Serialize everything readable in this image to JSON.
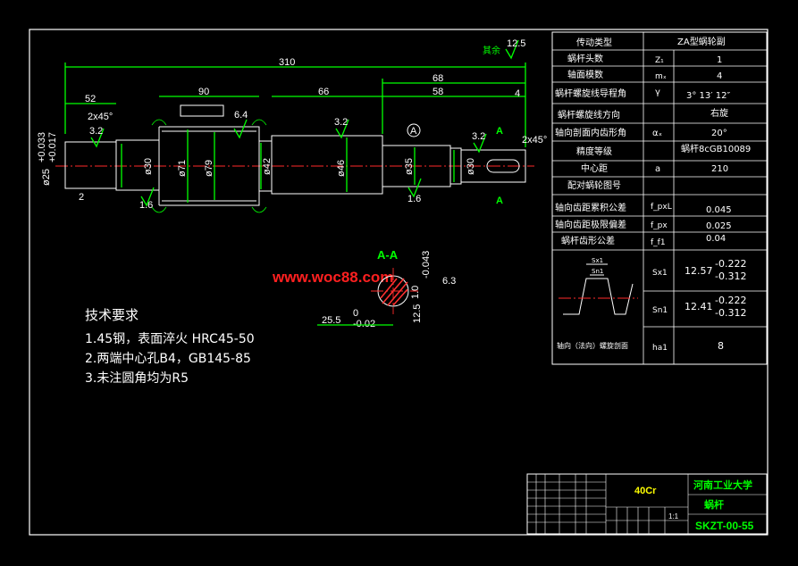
{
  "title_block": {
    "material": "40Cr",
    "school": "河南工业大学",
    "part_name": "蜗杆",
    "drawing_no": "SKZT-00-55",
    "scale": "1:1"
  },
  "params": [
    {
      "label": "传动类型",
      "symbol": "",
      "value": "ZA型蜗轮副"
    },
    {
      "label": "蜗杆头数",
      "symbol": "Z₁",
      "value": "1"
    },
    {
      "label": "轴面模数",
      "symbol": "mₓ",
      "value": "4"
    },
    {
      "label": "蜗杆螺旋线导程角",
      "symbol": "γ",
      "value": "3° 13′ 12″"
    },
    {
      "label": "蜗杆螺旋线方向",
      "symbol": "",
      "value": "右旋"
    },
    {
      "label": "轴向剖面内齿形角",
      "symbol": "αₓ",
      "value": "20°"
    },
    {
      "label": "精度等级",
      "symbol": "",
      "value": "蜗杆8cGB10089"
    },
    {
      "label": "中心距",
      "symbol": "a",
      "value": "210"
    },
    {
      "label": "配对蜗轮图号",
      "symbol": "",
      "value": ""
    },
    {
      "label": "轴向齿距累积公差",
      "symbol": "f_pxL",
      "value": "0.045"
    },
    {
      "label": "轴向齿距极限偏差",
      "symbol": "f_px",
      "value": "0.025"
    },
    {
      "label": "蜗杆齿形公差",
      "symbol": "f_f1",
      "value": "0.04"
    }
  ],
  "thickness": {
    "label": "轴向（法向）螺旋剖面",
    "sx1": {
      "symbol": "Sx1",
      "base": "12.57",
      "upper": "-0.222",
      "lower": "-0.312"
    },
    "sn1": {
      "symbol": "Sn1",
      "base": "12.41",
      "upper": "-0.222",
      "lower": "-0.312"
    },
    "ha1": {
      "symbol": "ha1",
      "value": "8"
    }
  },
  "notes": {
    "heading": "技术要求",
    "items": [
      "1.45钢，表面淬火 HRC45-50",
      "2.两端中心孔B4，GB145-85",
      "3.未注圆角均为R5"
    ]
  },
  "watermark": "www.woc88.com",
  "surface": {
    "rest": "其余",
    "rest_value": "12.5"
  },
  "section_label": "A-A",
  "section_marker": "A",
  "dimensions": {
    "overall": "310",
    "left_len": "52",
    "mid_len": "90",
    "right_66": "66",
    "right_68": "68",
    "right_58": "58",
    "right_4": "4",
    "chamfer": "2x45°",
    "tol_upper": "+0.033",
    "tol_lower": "+0.017",
    "d_left": "ø25",
    "d30a": "ø30",
    "d71": "ø71",
    "d79": "ø79",
    "d42": "ø42",
    "d46": "ø46",
    "d35": "ø35",
    "d30b": "ø30",
    "r32": "3.2",
    "r16": "1.6",
    "r64": "6.4",
    "r125": "12.5",
    "key_upper": "-0.043",
    "key_d": "1.0",
    "key_width": "25.5",
    "key_w_zero": "0",
    "key_w_tol": "-0.02",
    "r63": "6.3",
    "small_2": "2",
    "ra_a": "A"
  }
}
